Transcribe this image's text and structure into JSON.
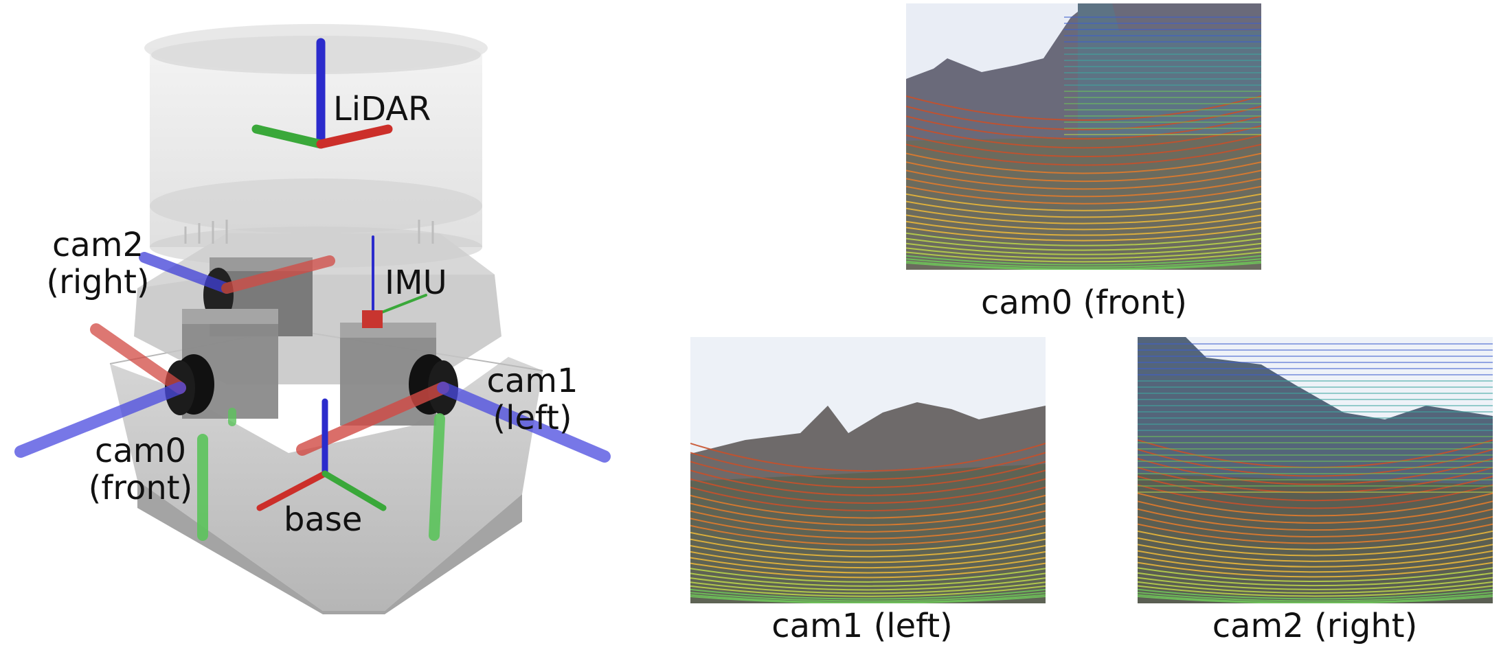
{
  "rig": {
    "lidar_label": "LiDAR",
    "imu_label": "IMU",
    "base_label": "base",
    "cam0": {
      "line1": "cam0",
      "line2": "(front)"
    },
    "cam1": {
      "line1": "cam1",
      "line2": "(left)"
    },
    "cam2": {
      "line1": "cam2",
      "line2": "(right)"
    },
    "axis_colors": {
      "x": "#cc2f2a",
      "y": "#3aa83a",
      "z": "#2b2bcc"
    }
  },
  "views": [
    {
      "id": "cam0",
      "caption": "cam0 (front)"
    },
    {
      "id": "cam1",
      "caption": "cam1 (left)"
    },
    {
      "id": "cam2",
      "caption": "cam2 (right)"
    }
  ],
  "lidar_colormap": [
    "#c8502a",
    "#e07b2c",
    "#e8b63a",
    "#b9d24a",
    "#6fc35a",
    "#3fa7a0",
    "#3f5fcf"
  ]
}
